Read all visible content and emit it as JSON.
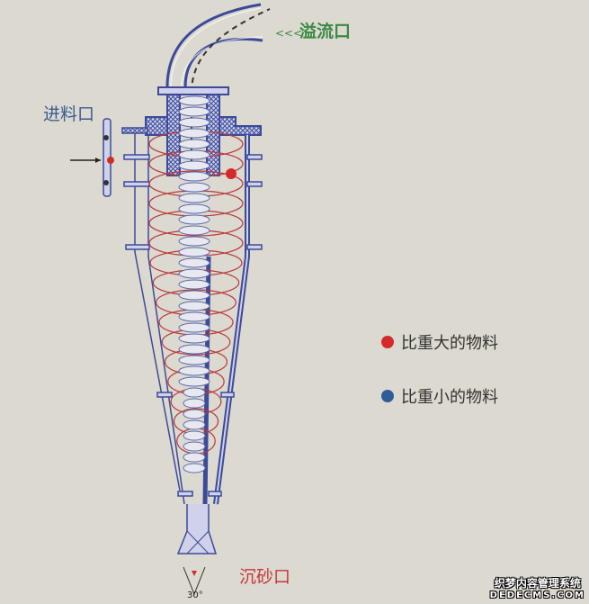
{
  "labels": {
    "overflow": "溢流口",
    "overflow_arrows": "<<<",
    "feed": "进料口",
    "underflow": "沉砂口",
    "angle": "30°"
  },
  "legend": [
    {
      "label": "比重大的物料",
      "color": "#d42a2a"
    },
    {
      "label": "比重小的物料",
      "color": "#2f5d9a"
    }
  ],
  "watermark": {
    "line1": "织梦内容管理系统",
    "line2": "DEDECMS.COM"
  },
  "colors": {
    "wall": "#3c4a9a",
    "spiral": "#b83a3a",
    "inner": "#5a6aa8",
    "bg": "#dcd9d0"
  }
}
